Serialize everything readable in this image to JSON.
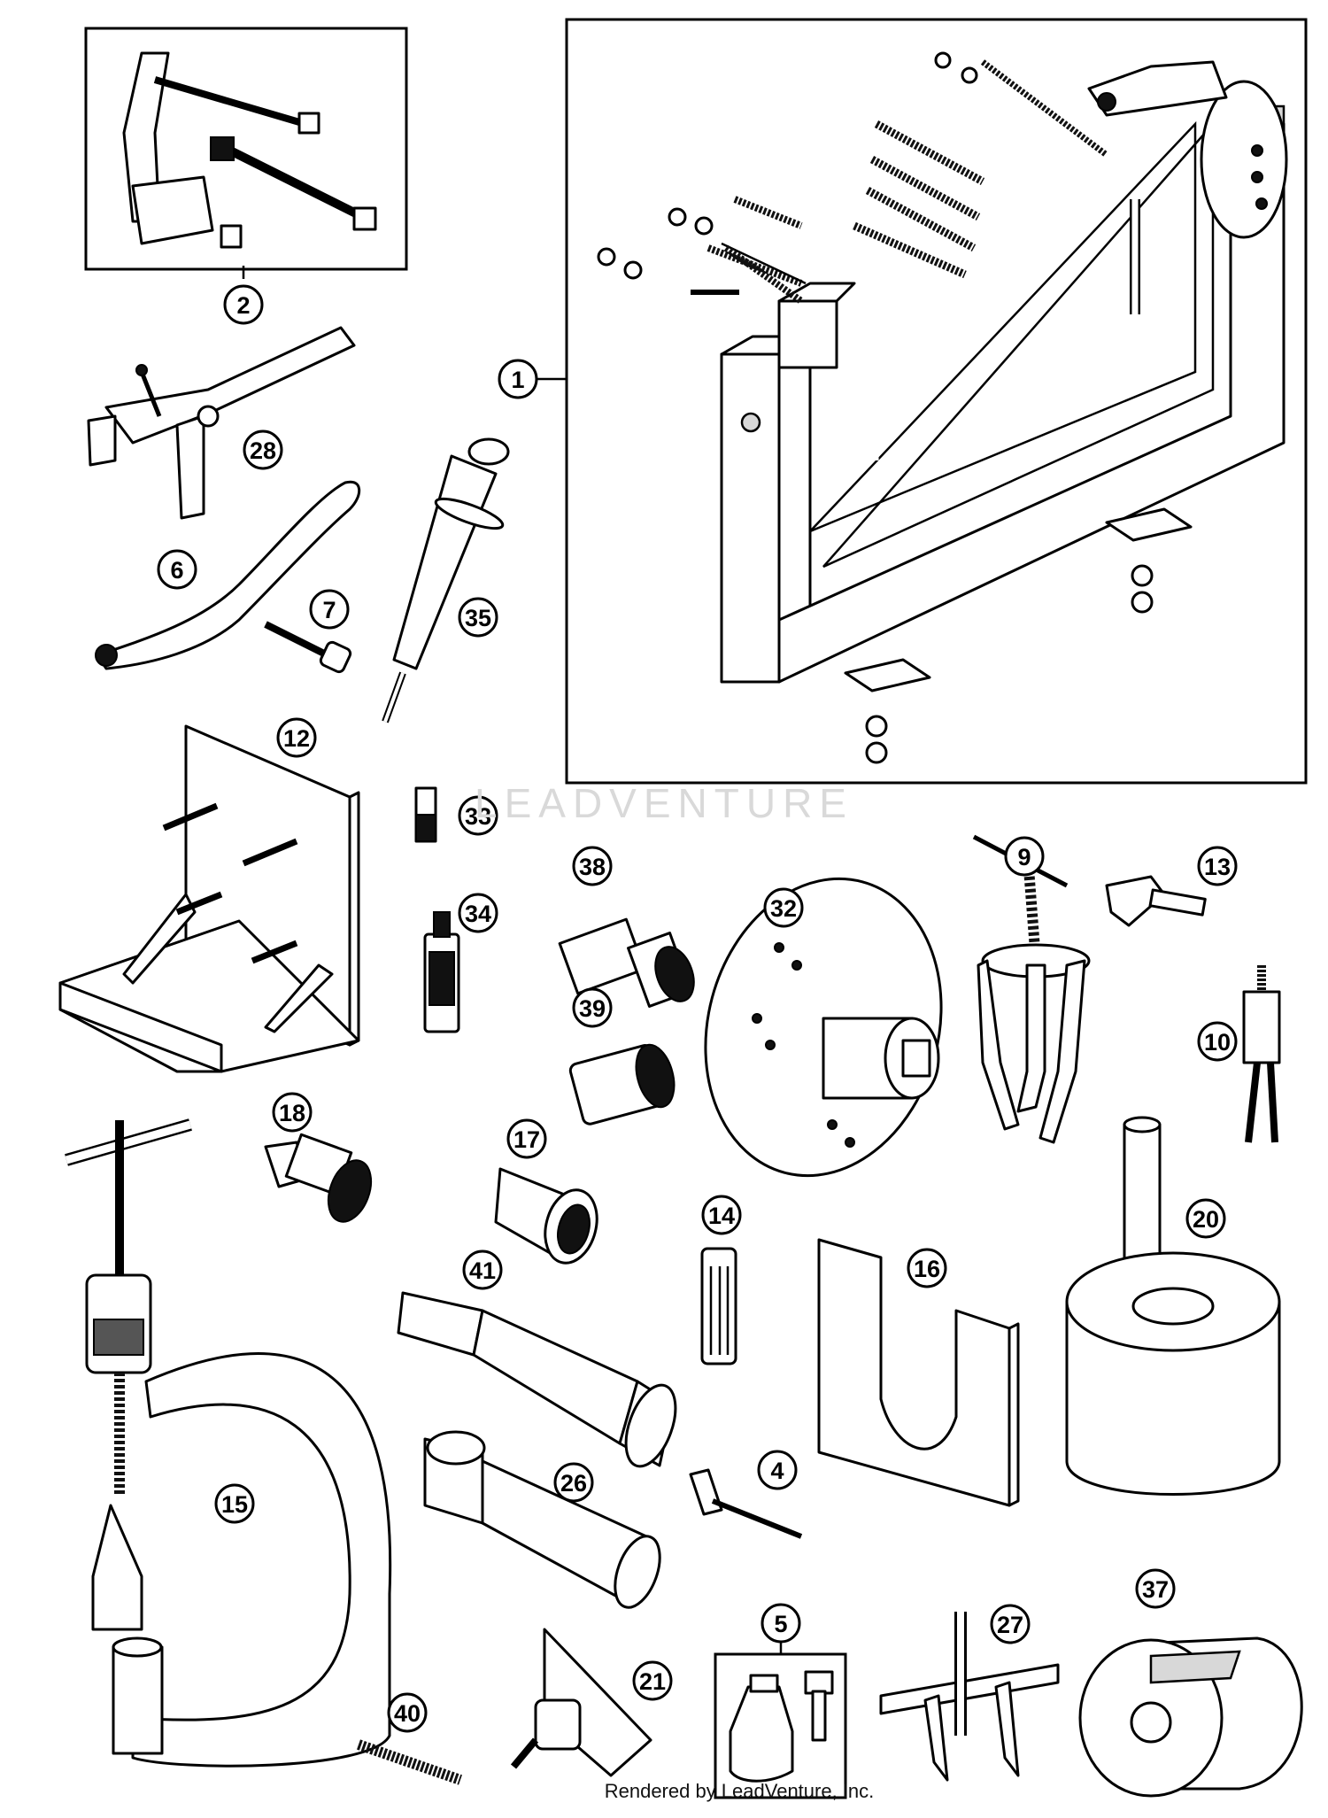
{
  "diagram": {
    "callouts": [
      "1",
      "2",
      "28",
      "6",
      "7",
      "35",
      "12",
      "33",
      "34",
      "38",
      "32",
      "9",
      "13",
      "39",
      "10",
      "18",
      "17",
      "14",
      "41",
      "16",
      "20",
      "15",
      "26",
      "4",
      "21",
      "5",
      "27",
      "37",
      "40"
    ]
  },
  "watermark": {
    "text": "LEADVENTURE"
  },
  "footer": {
    "credit": "Rendered by LeadVenture, Inc."
  }
}
